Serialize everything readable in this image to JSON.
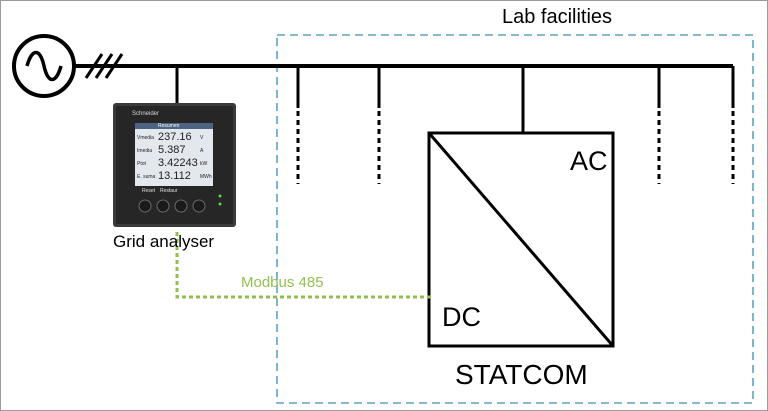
{
  "labels": {
    "lab_facilities": "Lab facilities",
    "ac": "AC",
    "dc": "DC",
    "statcom": "STATCOM",
    "grid_analyser": "Grid analyser",
    "modbus": "Modbus 485"
  },
  "meter": {
    "brand": "Schneider",
    "header": "Resumen",
    "readings": [
      {
        "name": "Vmedia",
        "value": "237.16",
        "unit": "V"
      },
      {
        "name": "Imedia",
        "value": "5.387",
        "unit": "A"
      },
      {
        "name": "Ptot",
        "value": "3.42243",
        "unit": "kW"
      },
      {
        "name": "E. suma",
        "value": "13.112",
        "unit": "MWh"
      }
    ],
    "softkeys": [
      "Reset",
      "Restaur"
    ]
  },
  "colors": {
    "line": "#000000",
    "lab_border": "#5ba3c8",
    "modbus": "#92c050",
    "outer_border": "#9a9a9a"
  }
}
